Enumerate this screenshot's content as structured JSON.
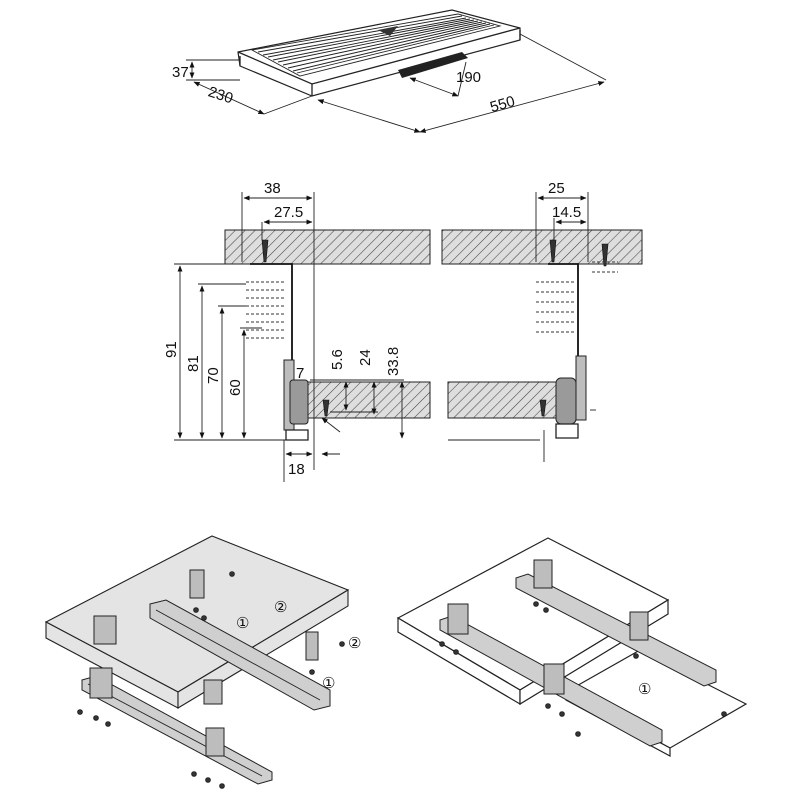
{
  "top_view": {
    "dims": {
      "height": "37",
      "depth": "230",
      "handle": "190",
      "width": "550"
    }
  },
  "left_section": {
    "dims": {
      "d38": "38",
      "d27_5": "27.5",
      "d91": "91",
      "d81": "81",
      "d70": "70",
      "d60": "60",
      "d5_6": "5.6",
      "d24": "24",
      "d33_8": "33.8",
      "d7": "7",
      "d18": "18"
    }
  },
  "right_section": {
    "dims": {
      "d25": "25",
      "d14_5": "14.5"
    }
  },
  "assembly_left": {
    "markers": {
      "m1a": "①",
      "m2a": "②",
      "m1b": "①",
      "m2b": "②"
    }
  },
  "assembly_right": {
    "markers": {
      "m1": "①"
    }
  }
}
